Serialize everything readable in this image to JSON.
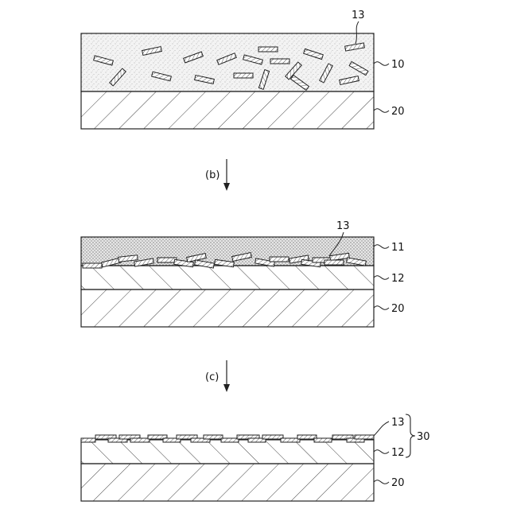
{
  "figure": {
    "stage_b_label": "(b)",
    "stage_c_label": "(c)"
  },
  "panel_a": {
    "ref_flakes": "13",
    "ref_coating": "10",
    "ref_substrate": "20"
  },
  "panel_b": {
    "ref_flakes": "13",
    "ref_upper_layer": "11",
    "ref_lower_layer": "12",
    "ref_substrate": "20"
  },
  "panel_c": {
    "ref_flakes": "13",
    "ref_layer": "12",
    "ref_composite": "30",
    "ref_substrate": "20"
  }
}
